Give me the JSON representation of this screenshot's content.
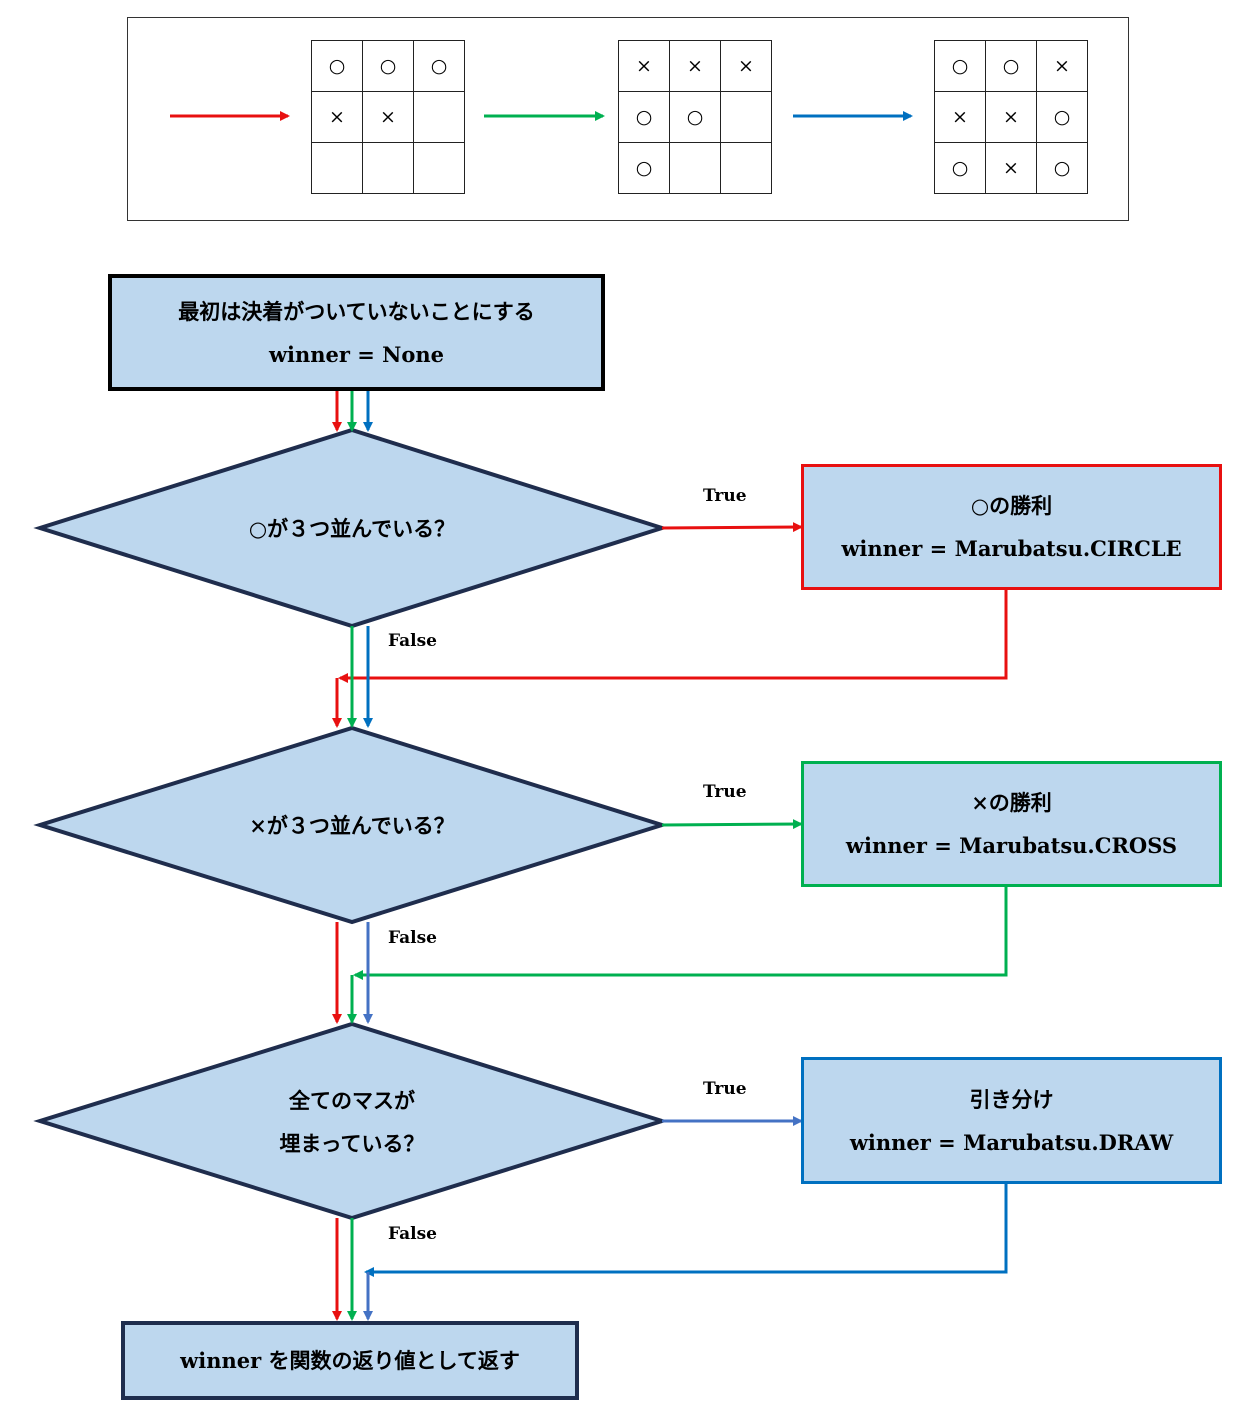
{
  "legend": {
    "boards": [
      {
        "arrow_color": "#e81010",
        "cells": [
          "○",
          "○",
          "○",
          "×",
          "×",
          "",
          "",
          "",
          ""
        ]
      },
      {
        "arrow_color": "#00b050",
        "cells": [
          "×",
          "×",
          "×",
          "○",
          "○",
          "",
          "○",
          "",
          ""
        ]
      },
      {
        "arrow_color": "#0070c0",
        "cells": [
          "○",
          "○",
          "×",
          "×",
          "×",
          "○",
          "○",
          "×",
          "○"
        ]
      }
    ]
  },
  "flow": {
    "start": {
      "line1": "最初は決着がついていないことにする",
      "line2": "winner = None"
    },
    "decision1": {
      "text": "○が３つ並んでいる？"
    },
    "decision2": {
      "text": "×が３つ並んでいる？"
    },
    "decision3": {
      "line1": "全てのマスが",
      "line2": "埋まっている？"
    },
    "result1": {
      "line1": "○の勝利",
      "line2": "winner = Marubatsu.CIRCLE",
      "color": "#e81010"
    },
    "result2": {
      "line1": "×の勝利",
      "line2": "winner = Marubatsu.CROSS",
      "color": "#00b050"
    },
    "result3": {
      "line1": "引き分け",
      "line2": "winner = Marubatsu.DRAW",
      "color": "#0070c0"
    },
    "end": {
      "text": "winner を関数の返り値として返す"
    },
    "true_label": "True",
    "false_label": "False"
  },
  "colors": {
    "node_fill": "#bdd7ee",
    "dark_border": "#1f2d4d",
    "red": "#e81010",
    "green": "#00b050",
    "blue": "#0070c0",
    "steel": "#4472c4"
  }
}
